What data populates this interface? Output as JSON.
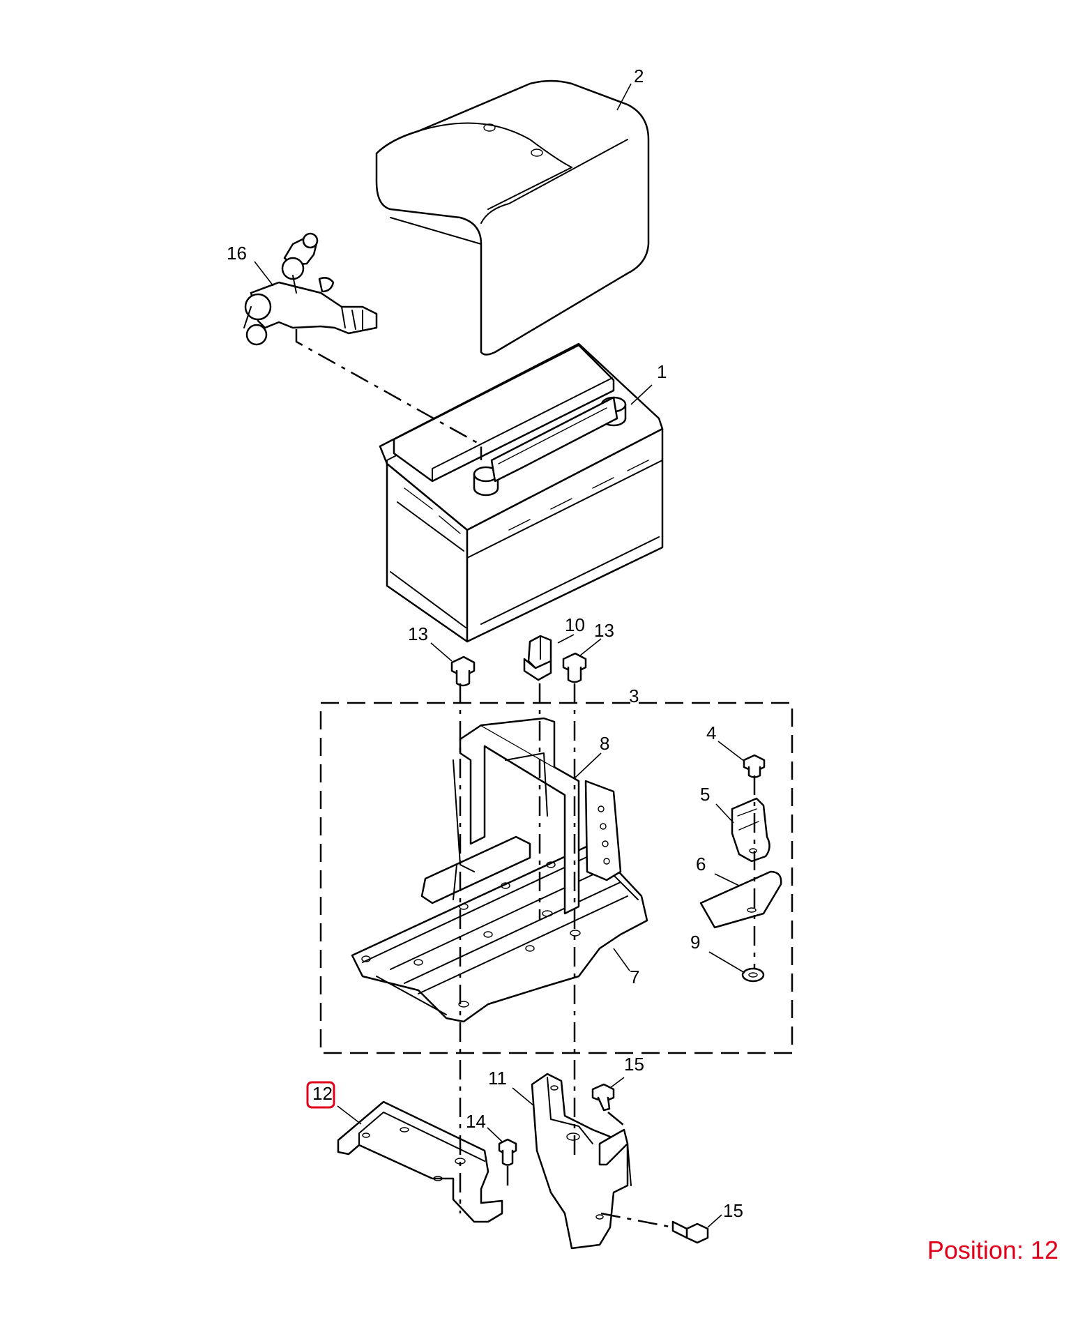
{
  "diagram": {
    "callouts": {
      "c1": "1",
      "c2": "2",
      "c3": "3",
      "c4": "4",
      "c5": "5",
      "c6": "6",
      "c7": "7",
      "c8": "8",
      "c9": "9",
      "c10": "10",
      "c11": "11",
      "c12": "12",
      "c13a": "13",
      "c13b": "13",
      "c14": "14",
      "c15a": "15",
      "c15b": "15",
      "c16": "16"
    },
    "position_label": "Position: 12",
    "colors": {
      "line": "#000000",
      "highlight": "#e0001a",
      "position_text": "#e0001a",
      "background": "#ffffff"
    }
  }
}
